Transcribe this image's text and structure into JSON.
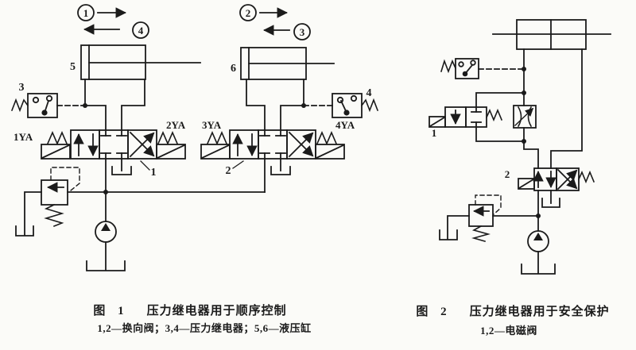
{
  "colors": {
    "ink": "#1b1b1b",
    "paper": "#fbfbf8"
  },
  "figure1": {
    "caption_prefix": "图 1",
    "caption_title": "压力继电器用于顺序控制",
    "legend": "1,2—换向阀；3,4—压力继电器；5,6—液压缸",
    "labels": {
      "step1": "1",
      "step2": "2",
      "step3": "3",
      "step4": "4",
      "cylinder5": "5",
      "cylinder6": "6",
      "relay3": "3",
      "relay4": "4",
      "valve1": "1",
      "valve2": "2",
      "solenoid1": "1YA",
      "solenoid2": "2YA",
      "solenoid3": "3YA",
      "solenoid4": "4YA"
    }
  },
  "figure2": {
    "caption_prefix": "图 2",
    "caption_title": "压力继电器用于安全保护",
    "legend": "1,2—电磁阀",
    "labels": {
      "valve1": "1",
      "valve2": "2"
    }
  }
}
